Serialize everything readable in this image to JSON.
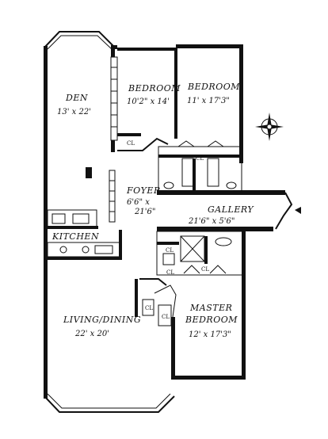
{
  "rooms": {
    "den": {
      "name": "DEN",
      "dims": "13' x 22'"
    },
    "bedroom1": {
      "name": "BEDROOM",
      "dims": "10'2\" x 14'"
    },
    "bedroom2": {
      "name": "BEDROOM",
      "dims": "11' x 17'3\""
    },
    "foyer": {
      "name": "FOYER",
      "dims_1": "6'6\" x",
      "dims_2": "21'6\""
    },
    "gallery": {
      "name": "GALLERY",
      "dims": "21'6\" x 5'6\""
    },
    "kitchen": {
      "name": "KITCHEN"
    },
    "living": {
      "name": "LIVING/DINING",
      "dims": "22' x 20'"
    },
    "master": {
      "name": "MASTER",
      "name_2": "BEDROOM",
      "dims": "12' x 17'3\""
    }
  },
  "closet_marks": {
    "c1": "CL",
    "c2": "CL",
    "c3": "CL",
    "c4": "CL",
    "c5": "CL",
    "c6": "CL",
    "c7": "CL"
  },
  "compass": {
    "icon": "compass-rose-icon"
  },
  "entry": {
    "icon": "entry-arrow-icon"
  }
}
